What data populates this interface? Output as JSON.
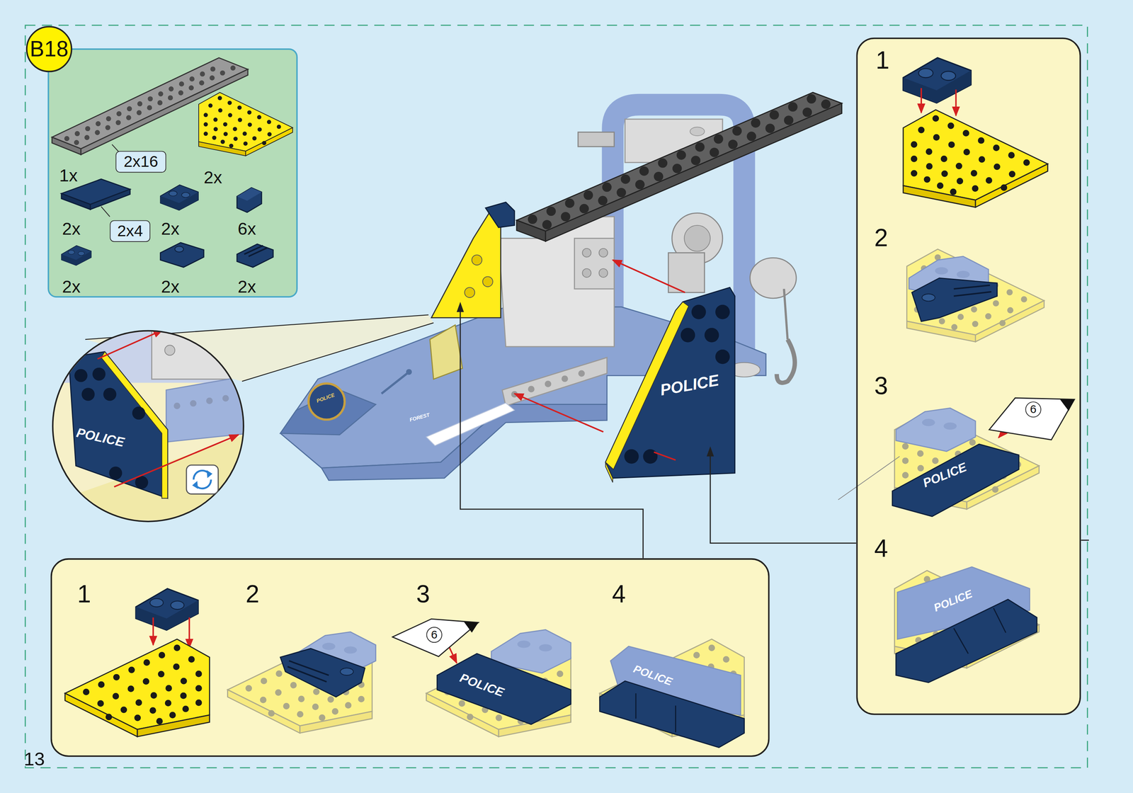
{
  "diagram": {
    "nodes": [
      {
        "text": [
          "B18"
        ]
      },
      {
        "text": [
          "1x",
          "2x",
          "2x",
          "2x",
          "6x",
          "2x",
          "2x",
          "2x"
        ]
      },
      {
        "text": [
          "2x16"
        ],
        "in": 1
      },
      {
        "text": [
          "2x4"
        ],
        "in": 1
      },
      {
        "text": [
          "1",
          "2",
          "3",
          "4"
        ]
      },
      {
        "text": [
          "6"
        ],
        "in": 4
      },
      {
        "text": [
          "1",
          "2",
          "3",
          "4"
        ]
      },
      {
        "text": [
          "6"
        ],
        "in": 6
      }
    ],
    "labels": [
      "POLICE",
      "POLICE",
      "POLICE",
      "FOREST",
      "POLICE",
      "POLICE",
      "POLICE",
      "POLICE",
      "13"
    ]
  }
}
